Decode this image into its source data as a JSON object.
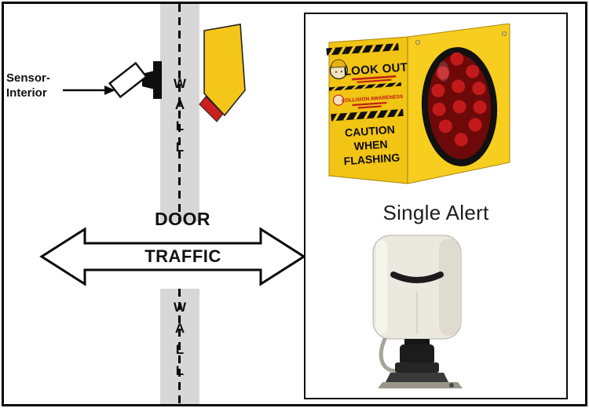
{
  "figure_title": "Door traffic sensor installation diagram",
  "colors": {
    "wall_gray": "#d7d7d7",
    "box_yellow": "#f4c619",
    "led_red": "#c21a1a",
    "line_black": "#0a0a0a"
  },
  "diagram": {
    "sensor_label": "Sensor-\nInterior",
    "wall_top_label": "W\nA\nL\nL",
    "wall_bottom_label": "W\nA\nL\nL",
    "door_label": "DOOR",
    "traffic_label": "TRAFFIC"
  },
  "panel": {
    "alert_box": {
      "brand": "LOOK OUT",
      "subbrand": "COLLISION AWARENESS",
      "caution_line1": "CAUTION",
      "caution_line2": "WHEN",
      "caution_line3": "FLASHING"
    },
    "product_label": "Single Alert"
  }
}
